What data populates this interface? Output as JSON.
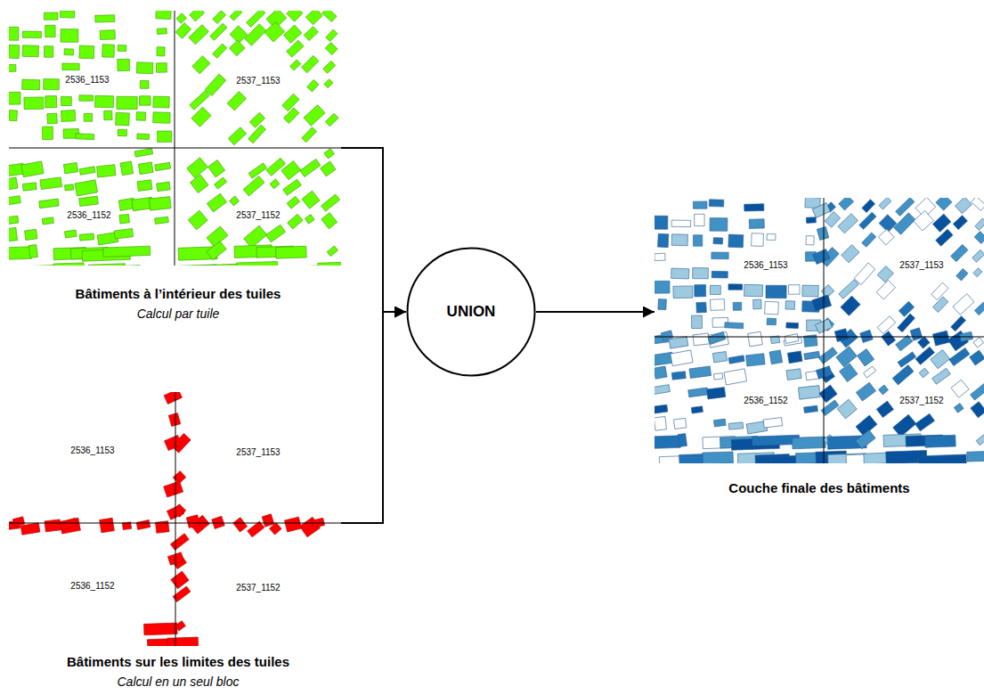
{
  "diagram": {
    "nodes": [
      {
        "text": [
          "2536_1153",
          "2537_1153",
          "2536_1152",
          "2537_1152",
          "Bâtiments à l’intérieur des tuiles",
          "Calcul par tuile"
        ]
      },
      {
        "text": [
          "2536_1153",
          "2537_1153",
          "2536_1152",
          "2537_1152",
          "Bâtiments sur les limites des tuiles",
          "Calcul en un seul bloc"
        ]
      },
      {
        "text": [
          "UNION"
        ]
      },
      {
        "text": [
          "2536_1153",
          "2537_1153",
          "2536_1152",
          "2537_1152",
          "Couche finale des bâtiments"
        ]
      }
    ],
    "edges": [
      {
        "from": 0,
        "to": 2,
        "arrow": "to"
      },
      {
        "from": 1,
        "to": 2,
        "arrow": "to"
      },
      {
        "from": 2,
        "to": 3,
        "arrow": "to"
      }
    ]
  }
}
